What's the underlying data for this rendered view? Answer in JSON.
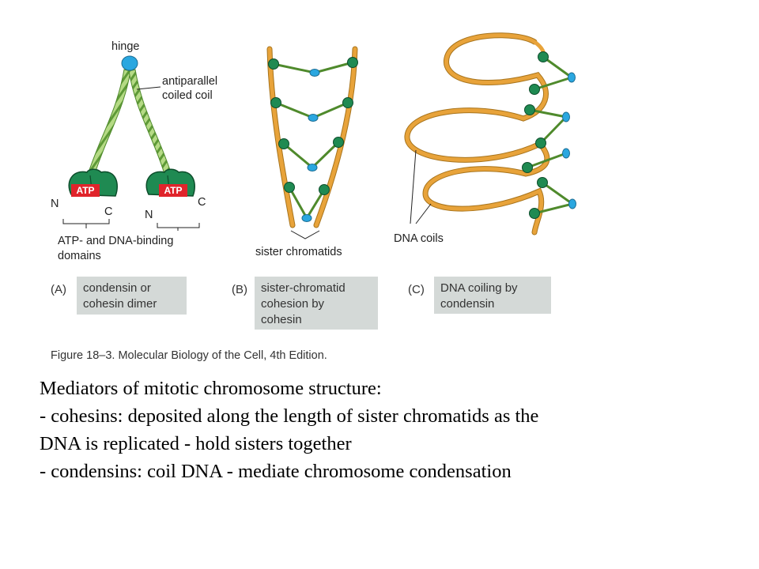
{
  "colors": {
    "dna": "#e8a33a",
    "dna_edge": "#a8741c",
    "protein_green": "#1f8a52",
    "protein_dark": "#0d4d2b",
    "coiled_coil": "#9acb64",
    "hinge_blue": "#2aa7e0",
    "atp_red": "#e0242b",
    "caption_box": "#d4d9d7"
  },
  "panel_a": {
    "hinge": "hinge",
    "coil_label_1": "antiparallel",
    "coil_label_2": "coiled coil",
    "atp": "ATP",
    "n": "N",
    "c": "C",
    "domains_1": "ATP- and DNA-binding",
    "domains_2": "domains",
    "letter": "(A)",
    "caption_1": "condensin or",
    "caption_2": "cohesin dimer"
  },
  "panel_b": {
    "label": "sister chromatids",
    "letter": "(B)",
    "caption_1": "sister-chromatid",
    "caption_2": "cohesion by",
    "caption_3": "cohesin"
  },
  "panel_c": {
    "label": "DNA coils",
    "letter": "(C)",
    "caption_1": "DNA coiling by",
    "caption_2": "condensin"
  },
  "figure_caption": "Figure 18–3. Molecular Biology of the Cell, 4th Edition.",
  "notes": {
    "line1": "Mediators of mitotic chromosome structure:",
    "line2": "- cohesins: deposited along the length of sister chromatids as the",
    "line3": "DNA is replicated - hold sisters together",
    "line4": "- condensins: coil DNA - mediate chromosome condensation"
  }
}
